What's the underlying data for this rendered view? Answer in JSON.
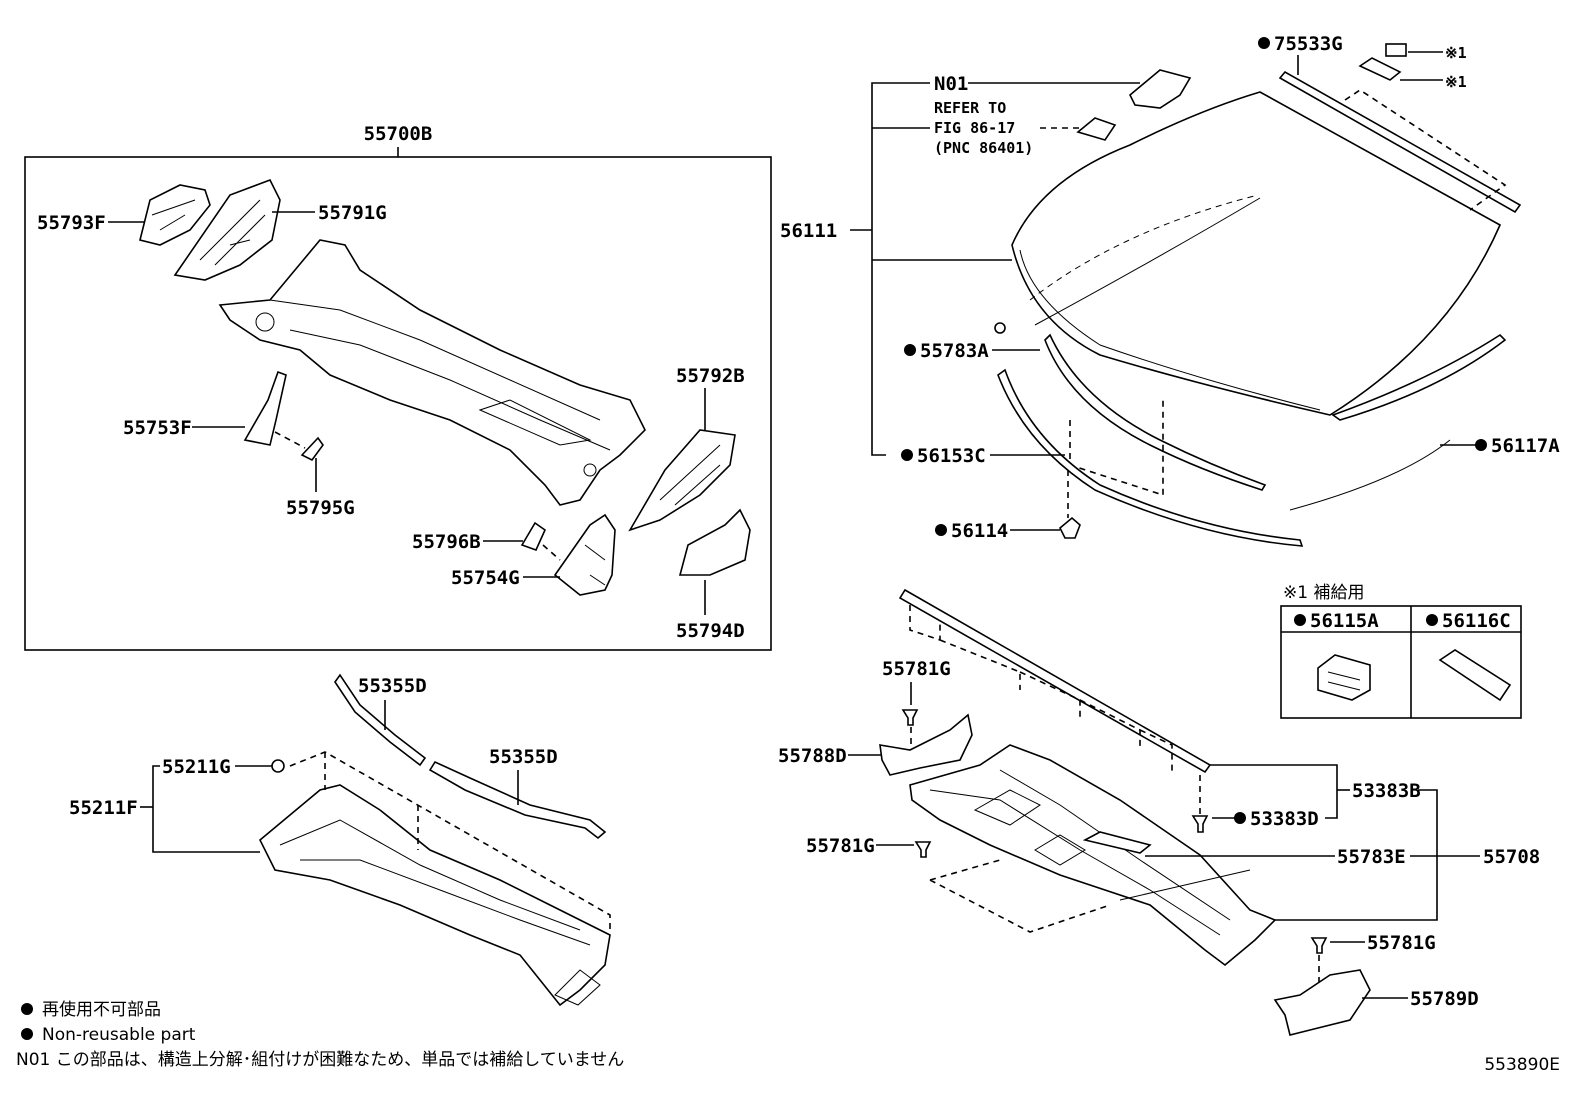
{
  "parts": {
    "p55700B": "55700B",
    "p55793F": "55793F",
    "p55791G": "55791G",
    "p55753F": "55753F",
    "p55795G": "55795G",
    "p55792B": "55792B",
    "p55796B": "55796B",
    "p55754G": "55754G",
    "p55794D": "55794D",
    "p55355D_a": "55355D",
    "p55355D_b": "55355D",
    "p55211G": "55211G",
    "p55211F": "55211F",
    "p75533G": "75533G",
    "pN01": "N01",
    "refer1": "REFER TO",
    "refer2": "FIG 86-17",
    "refer3": "(PNC 86401)",
    "p56111": "56111",
    "p55783A": "55783A",
    "p56153C": "56153C",
    "p56117A": "56117A",
    "p56114": "56114",
    "mark1a": "※1",
    "mark1b": "※1",
    "p55781G_a": "55781G",
    "p55788D": "55788D",
    "p55781G_b": "55781G",
    "p53383B": "53383B",
    "p53383D": "53383D",
    "p55783E": "55783E",
    "p55708": "55708",
    "p55781G_c": "55781G",
    "p55789D": "55789D"
  },
  "supply_box": {
    "title": "※1 補給用",
    "col1": "56115A",
    "col2": "56116C"
  },
  "legend": {
    "line1": "再使用不可部品",
    "line2": "Non-reusable part",
    "line3": "N01 この部品は、構造上分解･組付けが困難なため、単品では補給していません"
  },
  "figure_id": "553890E"
}
